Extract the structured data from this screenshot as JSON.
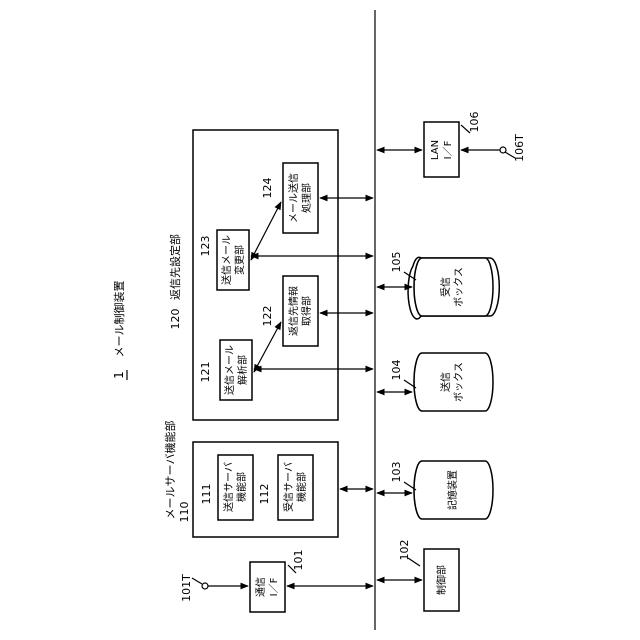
{
  "figure": {
    "device": {
      "ref": "1",
      "label": "メール制御装置"
    },
    "mail_server_unit": {
      "ref": "110",
      "label": "メールサーバ機能部"
    },
    "send_server": {
      "ref": "111",
      "label_line1": "送信サーバ",
      "label_line2": "機能部"
    },
    "recv_server": {
      "ref": "112",
      "label_line1": "受信サーバ",
      "label_line2": "機能部"
    },
    "dest_setting": {
      "ref": "120",
      "label": "返信先設定部"
    },
    "analyzer": {
      "ref": "121",
      "label_line1": "送信メール",
      "label_line2": "解析部"
    },
    "dest_info": {
      "ref": "122",
      "label_line1": "返信先情報",
      "label_line2": "取得部"
    },
    "modifier": {
      "ref": "123",
      "label_line1": "送信メール",
      "label_line2": "変更部"
    },
    "mail_processor": {
      "ref": "124",
      "label_line1": "メール送信",
      "label_line2": "処理部"
    },
    "comm_if": {
      "ref": "101",
      "label_line1": "通信",
      "label_line2": "I／F"
    },
    "comm_terminal": {
      "ref": "101T"
    },
    "controller": {
      "ref": "102",
      "label": "制御部"
    },
    "storage": {
      "ref": "103",
      "label": "記憶装置"
    },
    "send_box": {
      "ref": "104",
      "label_line1": "送信",
      "label_line2": "ボックス"
    },
    "recv_box": {
      "ref": "105",
      "label_line1": "受信",
      "label_line2": "ボックス"
    },
    "lan_if": {
      "ref": "106",
      "label_line1": "LAN",
      "label_line2": "I／F"
    },
    "lan_terminal": {
      "ref": "106T"
    }
  }
}
